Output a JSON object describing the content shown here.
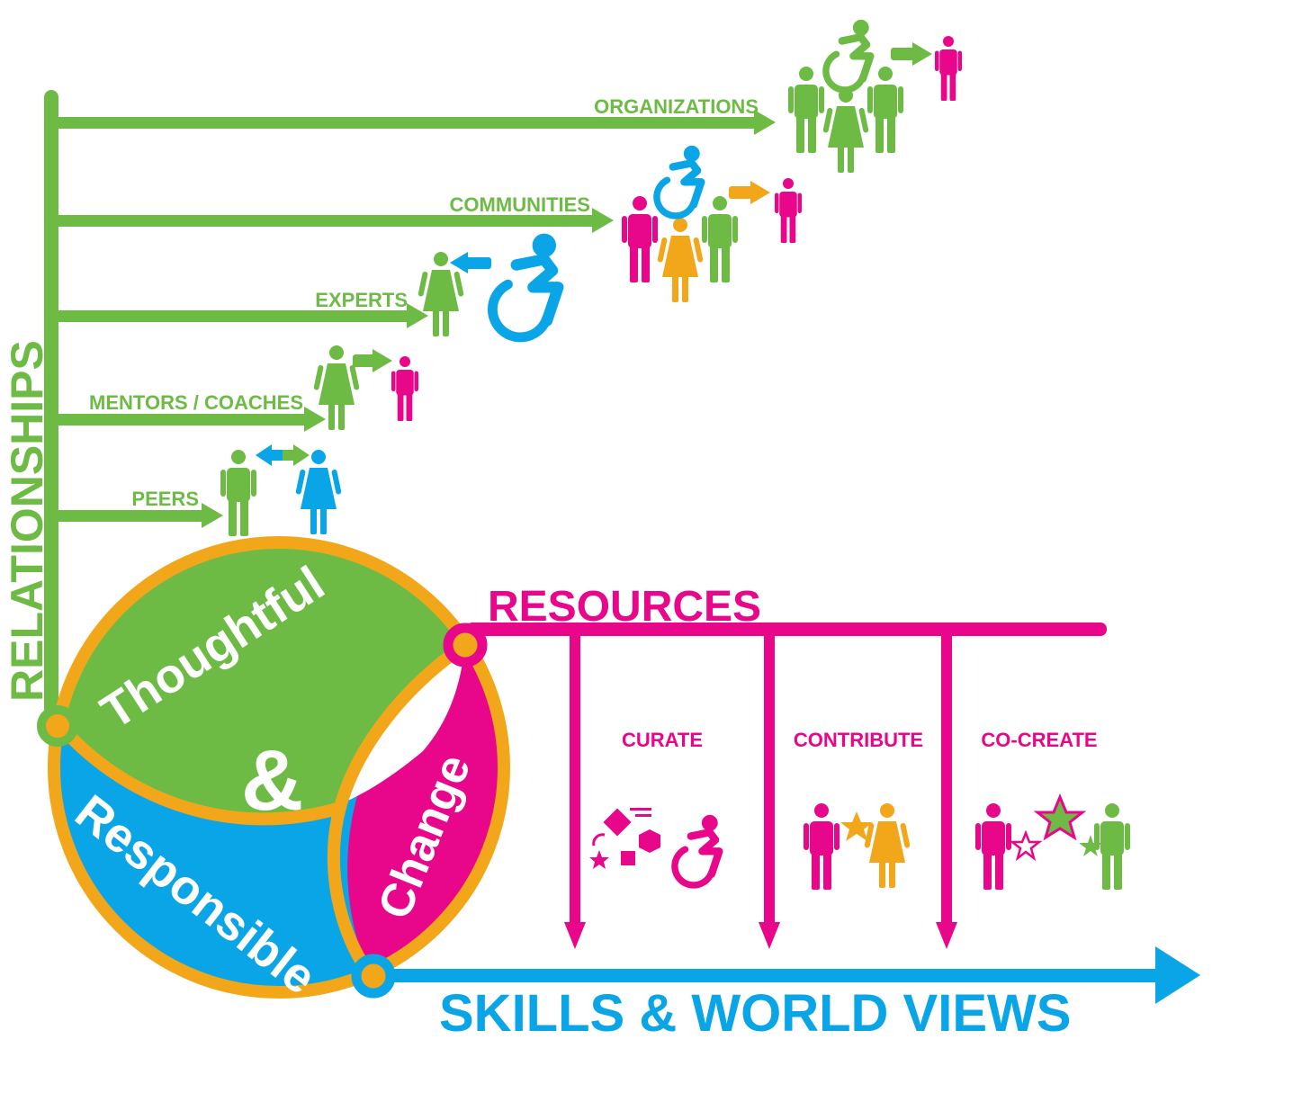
{
  "colors": {
    "green": "#6dbb45",
    "magenta": "#e8078a",
    "blue": "#0aa5e6",
    "orange": "#f2a71b",
    "white": "#ffffff"
  },
  "relationships": {
    "axis_label": "RELATIONSHIPS",
    "levels": [
      {
        "label": "ORGANIZATIONS"
      },
      {
        "label": "COMMUNITIES"
      },
      {
        "label": "EXPERTS"
      },
      {
        "label": "MENTORS / COACHES"
      },
      {
        "label": "PEERS"
      }
    ]
  },
  "resources": {
    "axis_label": "RESOURCES",
    "actions": [
      {
        "label": "CURATE"
      },
      {
        "label": "CONTRIBUTE"
      },
      {
        "label": "CO-CREATE"
      }
    ]
  },
  "skills": {
    "axis_label": "SKILLS & WORLD VIEWS"
  },
  "core": {
    "word_top": "Thoughtful",
    "ampersand": "&",
    "word_left": "Responsible",
    "word_right": "Change"
  },
  "icons": {
    "person": "person-icon",
    "woman": "woman-icon",
    "wheelchair": "wheelchair-icon",
    "arrow": "arrow-icon",
    "star": "star-icon",
    "shapes": "shapes-icon"
  }
}
